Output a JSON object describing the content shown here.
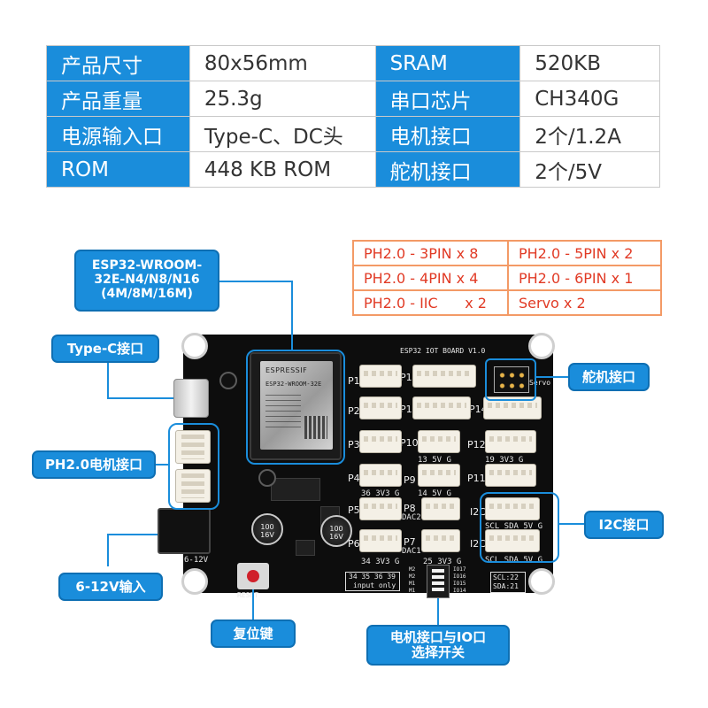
{
  "specs": {
    "rows": [
      {
        "k1": "产品尺寸",
        "v1": "80x56mm",
        "k2": "SRAM",
        "v2": "520KB"
      },
      {
        "k1": "产品重量",
        "v1": "25.3g",
        "k2": "串口芯片",
        "v2": "CH340G"
      },
      {
        "k1": "电源输入口",
        "v1": "Type-C、DC头",
        "k2": "电机接口",
        "v2": "2个/1.2A"
      },
      {
        "k1": "ROM",
        "v1": "448 KB ROM",
        "k2": "舵机接口",
        "v2": "2个/5V"
      }
    ]
  },
  "ph_table": {
    "rows": [
      [
        "PH2.0 - 3PIN x 8",
        "PH2.0 - 5PIN x 2"
      ],
      [
        "PH2.0 - 4PIN x 4",
        "PH2.0 - 6PIN x 1"
      ],
      [
        "PH2.0 - IIC      x 2",
        "Servo x 2"
      ]
    ]
  },
  "callouts": {
    "module": [
      "ESP32-WROOM-",
      "32E-N4/N8/N16",
      "(4M/8M/16M)"
    ],
    "typec": "Type-C接口",
    "ph_motor": "PH2.0电机接口",
    "power": "6-12V输入",
    "reset": "复位键",
    "switch": [
      "电机接口与IO口",
      "选择开关"
    ],
    "i2c": "I2C接口",
    "servo": "舵机接口"
  },
  "board": {
    "title": "ESP32 IOT BOARD V1.0",
    "module_brand": "ESPRESSIF",
    "module_model": "ESP32-WROOM-32E",
    "ports": [
      "P1",
      "P2",
      "P3",
      "P4",
      "P5",
      "P6",
      "P7",
      "P8",
      "P9",
      "P10",
      "P11",
      "P12",
      "P13",
      "P14",
      "P15",
      "I2C",
      "I2C"
    ],
    "pin_labels": [
      "36 3V3 G",
      "34 3V3 G",
      "DAC1",
      "DAC2",
      "25 3V3 G",
      "19 3V3 G",
      "13 5V G",
      "14 5V G",
      "SCL SDA 5V G",
      "SCL SDA 5V G"
    ],
    "input_only": [
      "34 35 36 39",
      "input only"
    ],
    "i2c_pins": [
      "SCL:22",
      "SDA:21"
    ],
    "dip_labels": [
      "M2",
      "M2",
      "M1",
      "M1",
      "IO17",
      "IO16",
      "IO15",
      "IO14"
    ],
    "servo_label": "Servo",
    "power_label": "6-12V",
    "reset_label": "RESET",
    "cap_label": "100 16V"
  },
  "colors": {
    "accent": "#1a8ddb",
    "ph_text": "#e13a25",
    "ph_border": "#f39a66",
    "board": "#0d0d0d"
  }
}
